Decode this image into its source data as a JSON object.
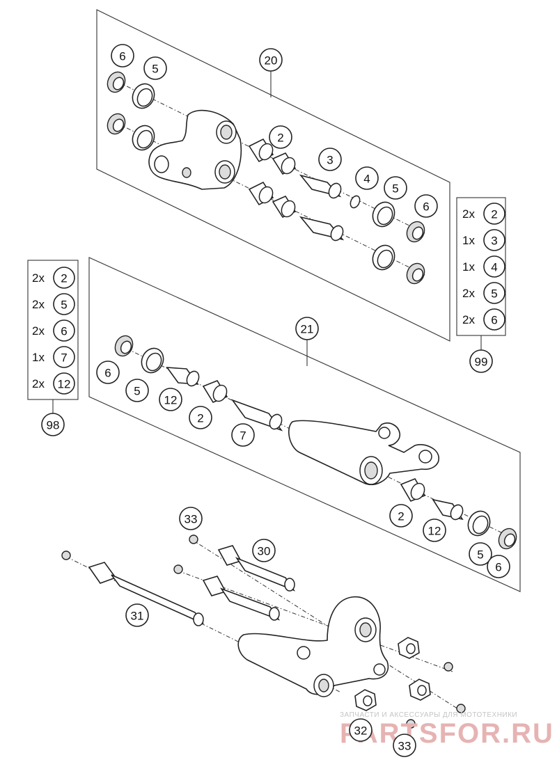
{
  "callouts": {
    "c20": "20",
    "c21": "21",
    "c98": "98",
    "c99": "99",
    "g20": [
      "6",
      "5",
      "2",
      "3",
      "4",
      "5",
      "6"
    ],
    "g21": [
      "6",
      "5",
      "12",
      "2",
      "7",
      "2",
      "12",
      "5",
      "6"
    ],
    "bottom": {
      "c33a": "33",
      "c30": "30",
      "c31": "31",
      "c32": "32",
      "c33b": "33"
    }
  },
  "kit99": [
    {
      "qty": "2x",
      "part": "2"
    },
    {
      "qty": "1x",
      "part": "3"
    },
    {
      "qty": "1x",
      "part": "4"
    },
    {
      "qty": "2x",
      "part": "5"
    },
    {
      "qty": "2x",
      "part": "6"
    }
  ],
  "kit98": [
    {
      "qty": "2x",
      "part": "2"
    },
    {
      "qty": "2x",
      "part": "5"
    },
    {
      "qty": "2x",
      "part": "6"
    },
    {
      "qty": "1x",
      "part": "7"
    },
    {
      "qty": "2x",
      "part": "12"
    }
  ],
  "watermark": {
    "tagline": "ЗАПЧАСТИ И АКСЕССУАРЫ ДЛЯ МОТОТЕХНИКИ",
    "brand": "PARTSFOR.RU"
  }
}
